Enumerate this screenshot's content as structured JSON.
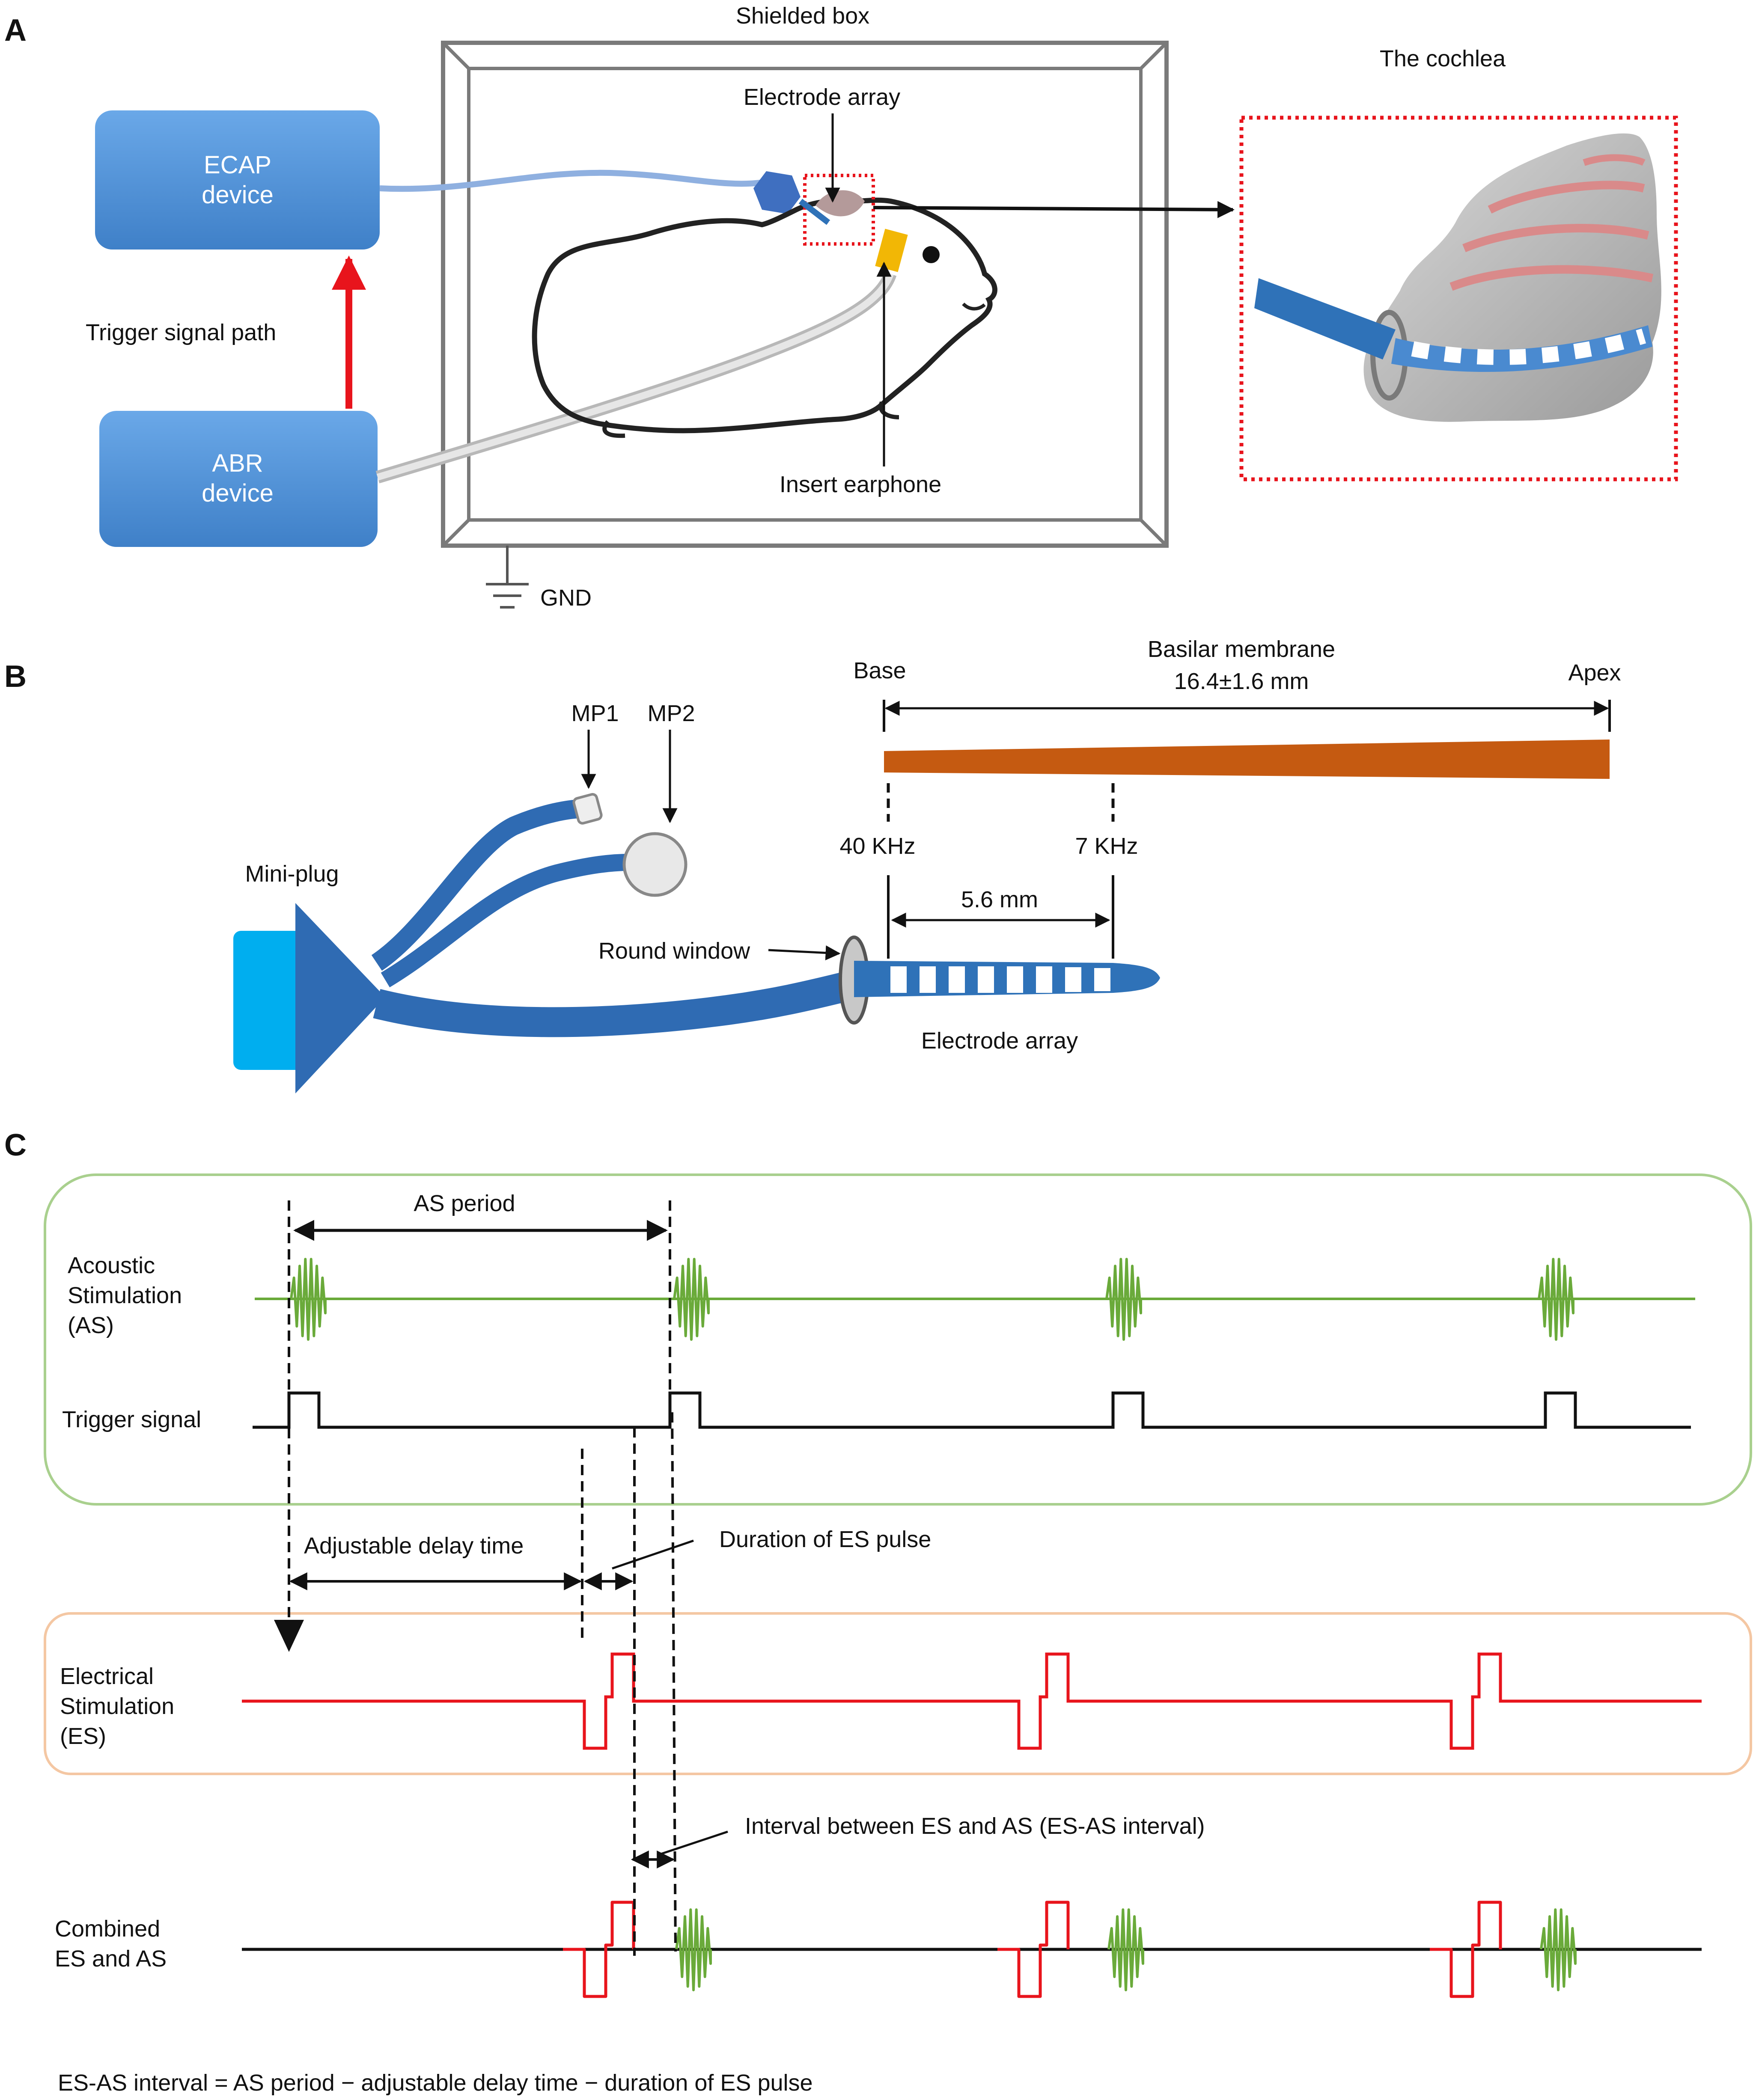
{
  "panels": {
    "a": "A",
    "b": "B",
    "c": "C"
  },
  "panel_a": {
    "shielded_box": "Shielded box",
    "ecap_line1": "ECAP",
    "ecap_line2": "device",
    "abr_line1": "ABR",
    "abr_line2": "device",
    "trigger_signal_path": "Trigger signal path",
    "electrode_array": "Electrode array",
    "insert_earphone": "Insert earphone",
    "gnd": "GND",
    "cochlea_title": "The cochlea"
  },
  "panel_b": {
    "base": "Base",
    "basilar_membrane": "Basilar membrane",
    "length": "16.4±1.6 mm",
    "apex": "Apex",
    "mp1": "MP1",
    "mp2": "MP2",
    "mini_plug": "Mini-plug",
    "freq_40": "40 KHz",
    "freq_7": "7 KHz",
    "dist": "5.6 mm",
    "round_window": "Round window",
    "electrode_array": "Electrode array"
  },
  "panel_c": {
    "as_period": "AS period",
    "as_line1": "Acoustic",
    "as_line2": "Stimulation",
    "as_line3": "(AS)",
    "trigger_signal": "Trigger signal",
    "adjustable_delay": "Adjustable delay time",
    "duration_es": "Duration of ES pulse",
    "es_line1": "Electrical",
    "es_line2": "Stimulation",
    "es_line3": "(ES)",
    "interval": "Interval between ES and AS (ES-AS interval)",
    "combined_line1": "Combined",
    "combined_line2": "ES and AS",
    "formula": "ES-AS interval = AS period − adjustable delay time − duration of ES pulse"
  },
  "colors": {
    "device_blue": "#4a90d9",
    "trigger_red": "#e8141c",
    "acoustic_green": "#6aaa3a",
    "electrode_blue": "#2f72b8",
    "membrane_orange": "#c55a11",
    "green_box": "#a9d08e",
    "orange_box": "#f4c7a3"
  }
}
